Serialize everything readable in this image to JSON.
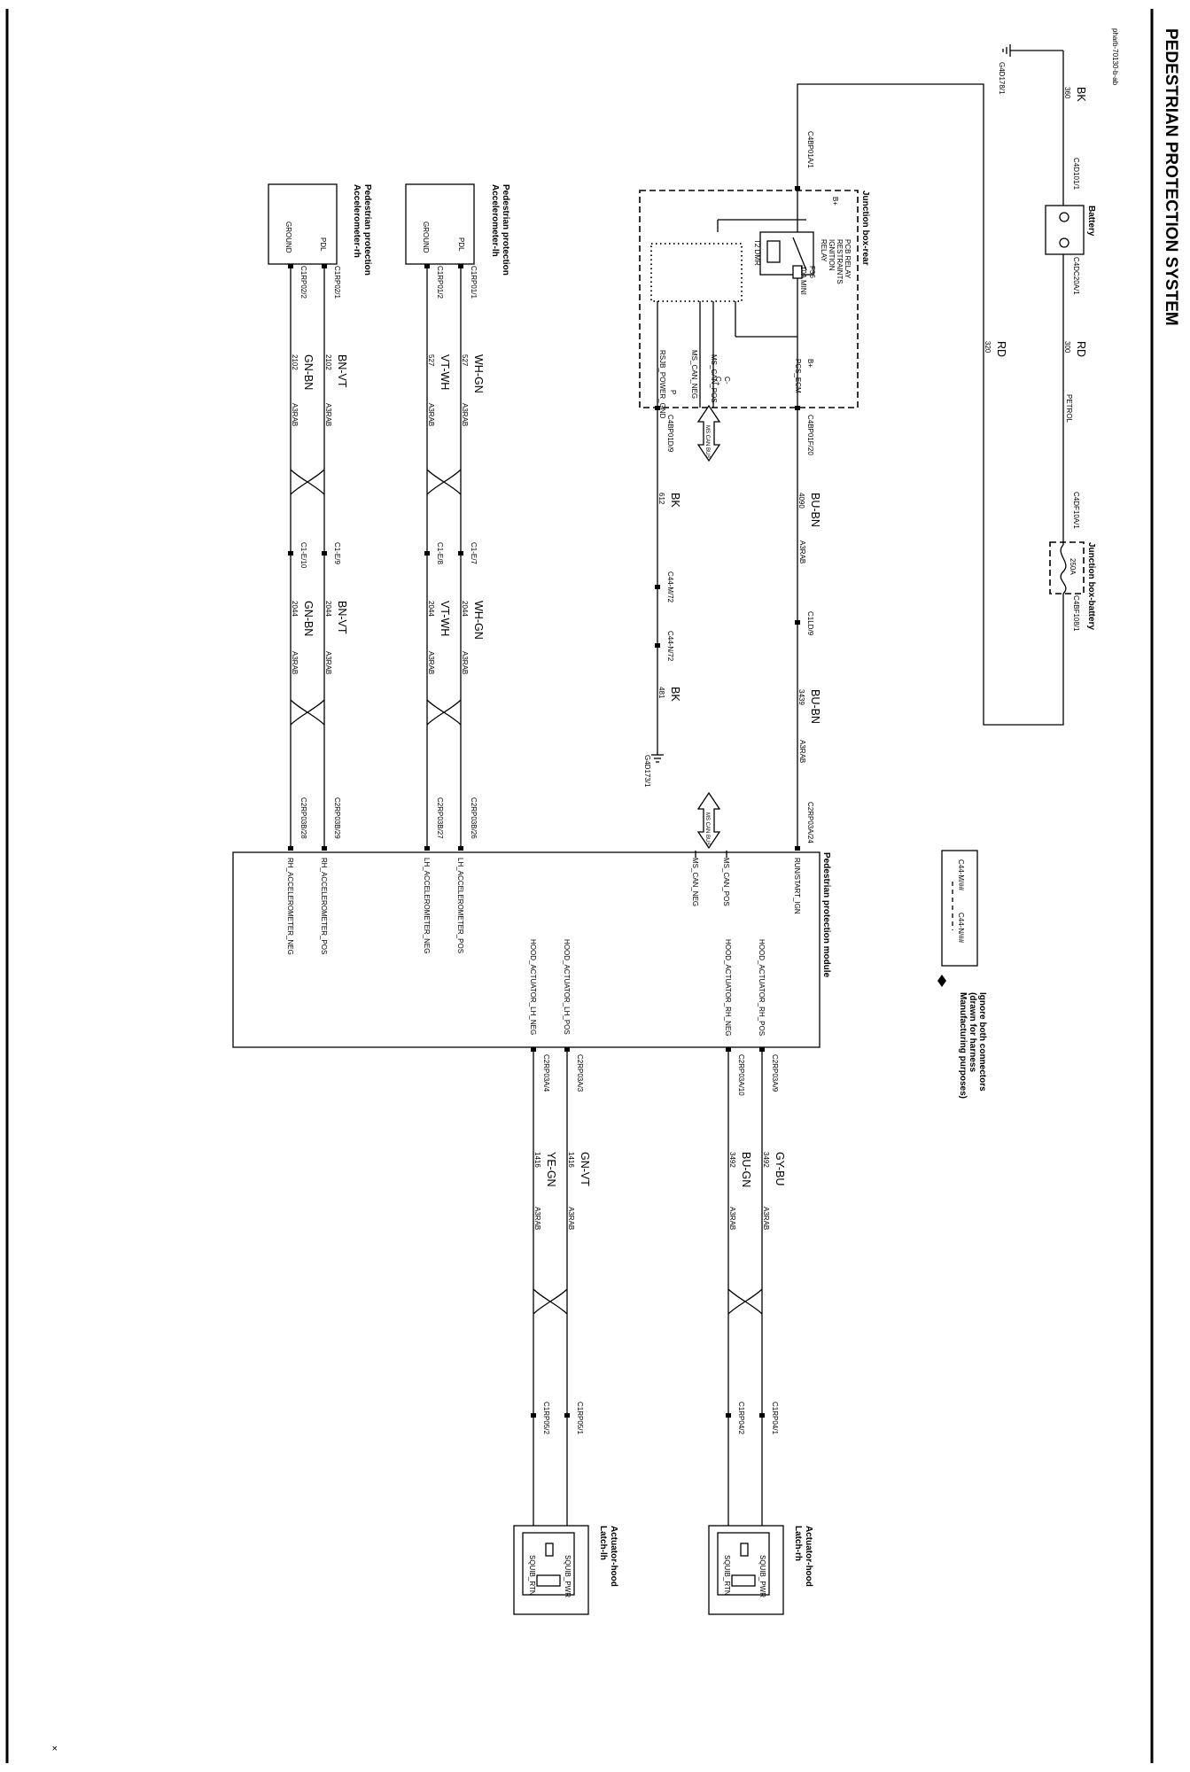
{
  "title": "PEDESTRIAN PROTECTION SYSTEM",
  "ref": "pharb-70130-b-ab",
  "corner_mark": "×",
  "components": {
    "battery": "Battery",
    "junction_box_battery": "Junction box-battery",
    "junction_box_rear": "Junction box-rear",
    "pcb_relay": [
      "PCB RELAY",
      "RESTRAINTS",
      "IGNITION",
      "RELAY"
    ],
    "t2_dmr": "T2 DMR",
    "module": "Pedestrian protection module",
    "accel_lh": [
      "Pedestrian protection",
      "Accelerometer-lh"
    ],
    "accel_rh": [
      "Pedestrian protection",
      "Accelerometer-rh"
    ],
    "actuator_rh": [
      "Actuator-hood",
      "Latch-rh"
    ],
    "actuator_lh": [
      "Actuator-hood",
      "Latch-lh"
    ]
  },
  "legend": {
    "conn_a": "C44-M/##",
    "conn_b": "C44-N/##",
    "note": [
      "Ignore both connectors",
      "(drawn for harness",
      "Manufacturing purposes)"
    ],
    "ms_can_bus": "MS CAN BUS"
  },
  "connectors": {
    "g4d178": "G4D178/1",
    "c4d101": "C4D101/1",
    "c4dc20a": "C4DC20A/1",
    "c4df10a": "C4DF10A/1",
    "c4bf108": "C4BF108/1",
    "c4bp01a": "C4BP01A/1",
    "c4bp01f": "C4BP01F/20",
    "c4bp01d": "C4BP01D/9",
    "c44m": "C44-M/72",
    "c44n": "C44-N/72",
    "c1ld": "C1LD/9",
    "g4d173": "G4D173/1",
    "c2rp03a24": "C2RP03A/24",
    "c1rp01_1": "C1RP01/1",
    "c1rp01_2": "C1RP01/2",
    "c1rp02_1": "C1RP02/1",
    "c1rp02_2": "C1RP02/2",
    "c1ej7": "C1-E/7",
    "c1ej8": "C1-E/8",
    "c1ej9": "C1-E/9",
    "c1ej10": "C1-E/10",
    "c2rp03b26": "C2RP03B/26",
    "c2rp03b27": "C2RP03B/27",
    "c2rp03b29": "C2RP03B/29",
    "c2rp03b28": "C2RP03B/28",
    "c2rp03a9": "C2RP03A/9",
    "c2rp03a10": "C2RP03A/10",
    "c2rp03a3": "C2RP03A/3",
    "c2rp03a4": "C2RP03A/4",
    "c1rp04_1": "C1RP04/1",
    "c1rp04_2": "C1RP04/2",
    "c1rp05_1": "C1RP05/1",
    "c1rp05_2": "C1RP05/2"
  },
  "pins": {
    "b_plus": "B+",
    "pcs_ecm": "PCS_ECM",
    "ms_can_pos": "MS_CAN_POS",
    "ms_can_neg": "MS_CAN_NEG",
    "c_plus": "C+",
    "c_minus": "C-",
    "rsjb": "RSJB_POWER_GND",
    "p": "P",
    "fuse_f36": "F36",
    "fuse_f36_rating": "10A MINI",
    "fuse_250a": "250A",
    "pdl": "PDL",
    "ground": "GROUND",
    "run_start": "RUN/START_IGN",
    "m_ms_can_pos": "MS_CAN_POS",
    "m_ms_can_neg": "MS_CAN_NEG",
    "lh_acc_pos": "LH_ACCELEROMETER_POS",
    "lh_acc_neg": "LH_ACCELEROMETER_NEG",
    "rh_acc_pos": "RH_ACCELEROMETER_POS",
    "rh_acc_neg": "RH_ACCELEROMETER_NEG",
    "hood_rh_pos": "HOOD_ACTUATOR_RH_POS",
    "hood_rh_neg": "HOOD_ACTUATOR_RH_NEG",
    "hood_lh_pos": "HOOD_ACTUATOR_LH_POS",
    "hood_lh_neg": "HOOD_ACTUATOR_LH_NEG",
    "squib_pwr": "SQUIB_PWR",
    "squib_rtn": "SQUIB_RTN"
  },
  "wires": {
    "bk": "BK",
    "n360": "360",
    "rd": "RD",
    "n300": "300",
    "petrol": "PETROL",
    "rd2": "RD",
    "n320": "320",
    "bu_bn": "BU-BN",
    "n4090": "4090",
    "bk2": "BK",
    "n612": "612",
    "bu_bn2": "BU-BN",
    "n3439": "3439",
    "bk3": "BK",
    "n481": "481",
    "wh_gn": "WH-GN",
    "n527": "527",
    "vt_wh": "VT-WH",
    "n527b": "527",
    "bn_vt": "BN-VT",
    "n2102": "2102",
    "gn_bn": "GN-BN",
    "n2102b": "2102",
    "wh_gn2": "WH-GN",
    "n2044": "2044",
    "vt_wh2": "VT-WH",
    "n2044b": "2044",
    "bn_vt2": "BN-VT",
    "n2044c": "2044",
    "gn_bn2": "GN-BN",
    "n2044d": "2044",
    "gy_bu": "GY-BU",
    "n3492": "3492",
    "bu_gn": "BU-GN",
    "n3492b": "3492",
    "gn_vt": "GN-VT",
    "n1416": "1416",
    "ye_gn": "YE-GN",
    "n1416b": "1416",
    "a3rab": "A3RAB"
  }
}
